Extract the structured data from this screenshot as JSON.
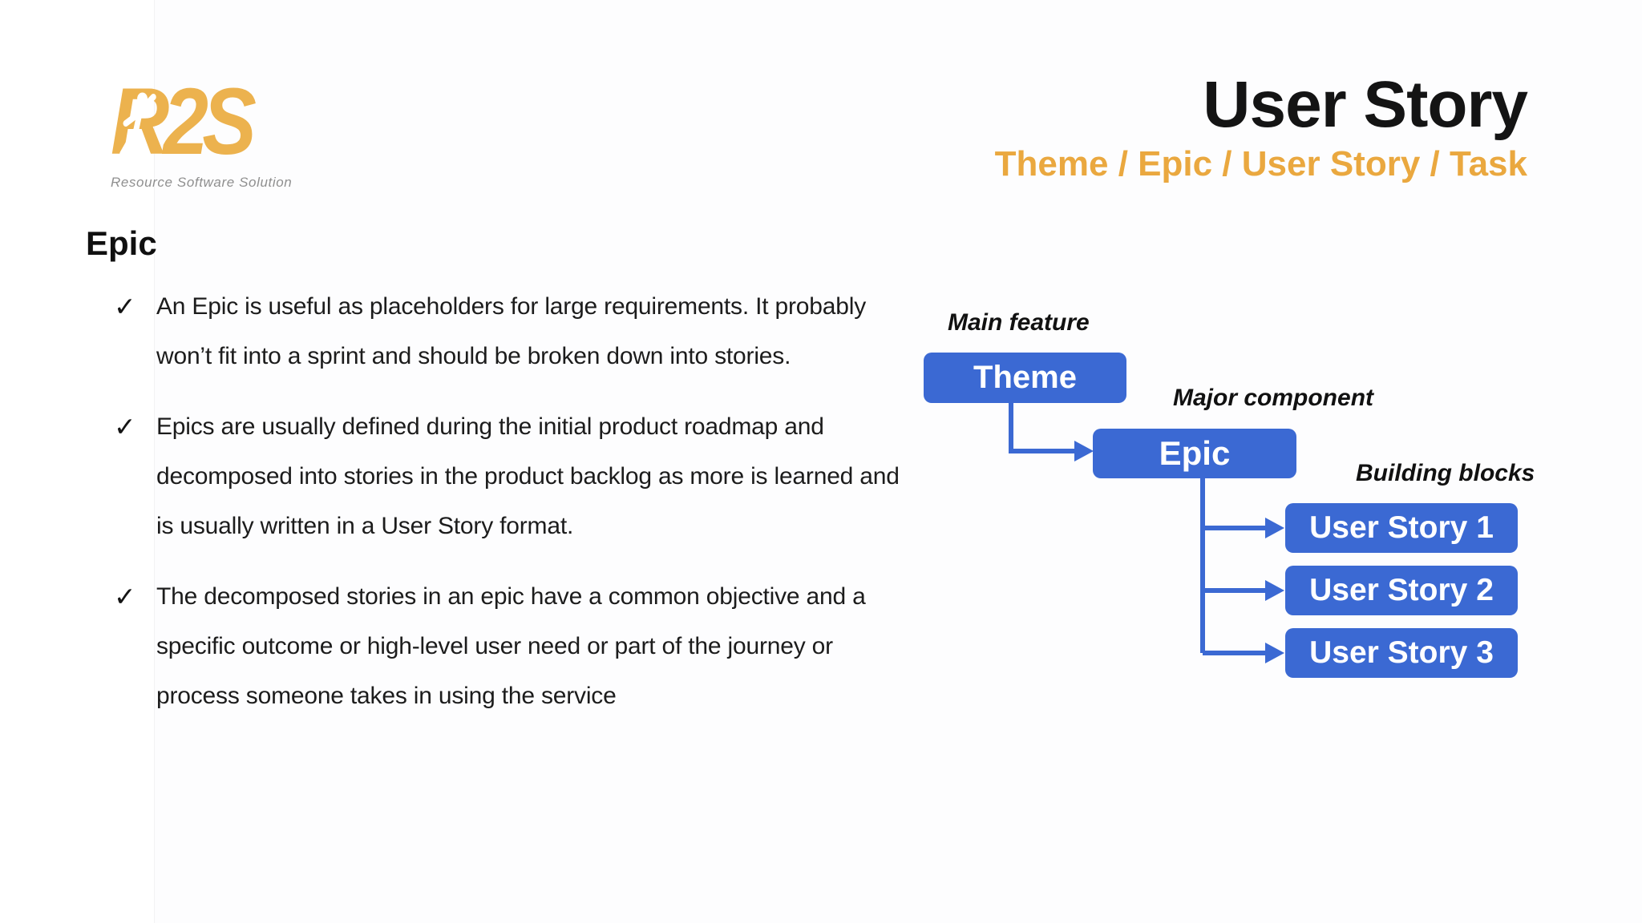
{
  "logo": {
    "text": "R2S",
    "tagline": "Resource Software Solution"
  },
  "header": {
    "title": "User Story",
    "subtitle": "Theme / Epic / User Story / Task"
  },
  "section": {
    "heading": "Epic",
    "bullets": [
      {
        "marker": "✓",
        "text": "An Epic is useful as placeholders for large requirements. It probably won’t fit into a sprint and should be broken down into stories."
      },
      {
        "marker": "✓",
        "text": "Epics are usually defined during the initial product roadmap and decomposed into stories in the product backlog as more is learned and is usually written in a User Story format."
      },
      {
        "marker": "✓",
        "text": "The decomposed stories in an epic have a common objective and a specific outcome or high-level user need or part of the journey or process someone takes in using the service"
      }
    ]
  },
  "diagram": {
    "labels": {
      "main_feature": "Main feature",
      "major_component": "Major component",
      "building_blocks": "Building blocks"
    },
    "nodes": {
      "theme": "Theme",
      "epic": "Epic",
      "story1": "User Story 1",
      "story2": "User Story 2",
      "story3": "User Story 3"
    }
  },
  "colors": {
    "node_blue": "#3b69d3",
    "accent_gold": "#eaa83f",
    "logo_gold": "#ecb24e",
    "tagline_gray": "#8f8f8f",
    "text_black": "#1c1c1c"
  }
}
